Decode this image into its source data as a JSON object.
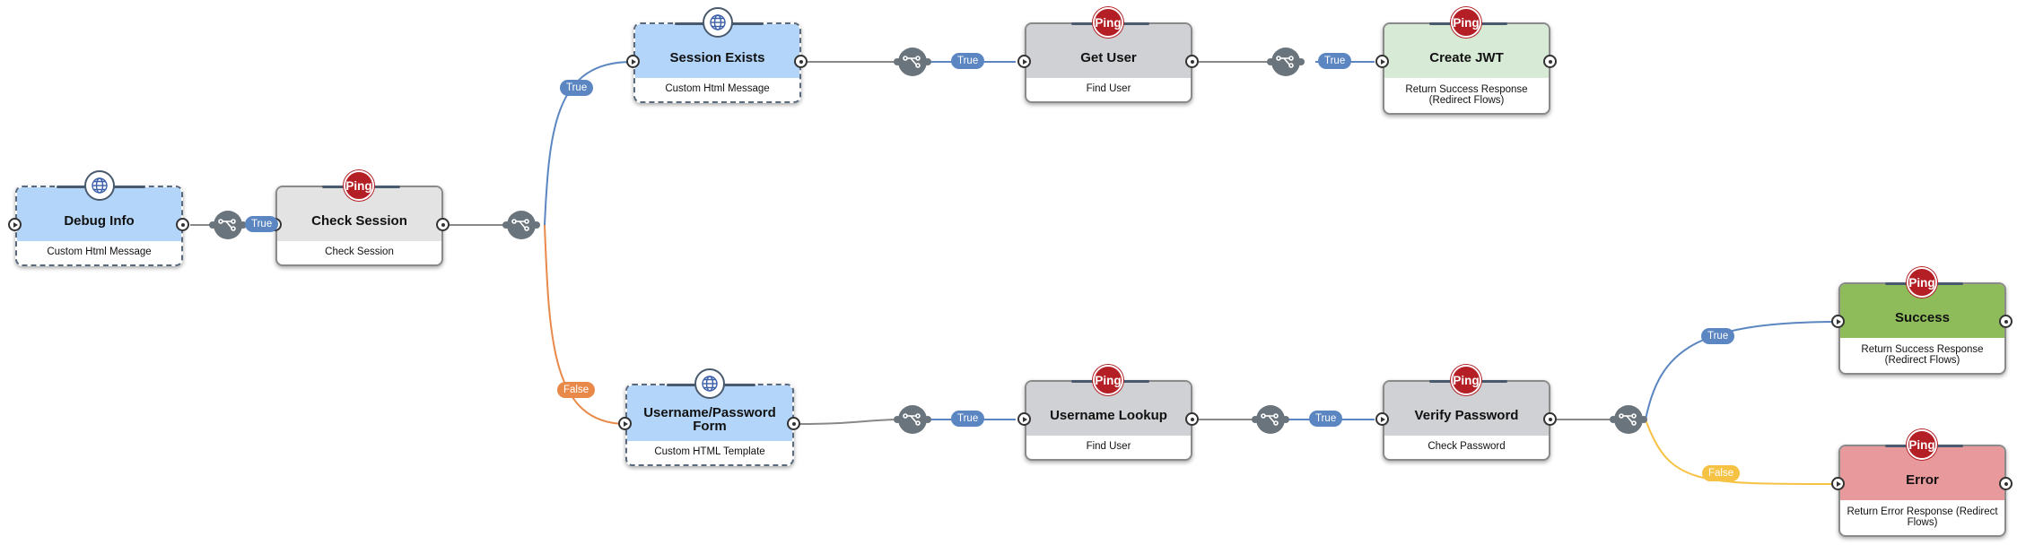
{
  "colors": {
    "blue_node": "#b3d5f9",
    "gray_node": "#cfd1d4",
    "light_gray_node": "#e3e3e3",
    "green_node": "#d6ead5",
    "success_node": "#8ebc5b",
    "error_node": "#e8999c",
    "true_pill": "#5b86c1",
    "false_pill_orange": "#e8894a",
    "false_pill_yellow": "#f6c244",
    "ping_red": "#b31f24",
    "connector_gray": "#888888"
  },
  "nodes": [
    {
      "id": "debug-info",
      "title": "Debug Info",
      "subtitle": "Custom Html Message",
      "badge": "globe-icon"
    },
    {
      "id": "check-session",
      "title": "Check Session",
      "subtitle": "Check Session",
      "badge": "ping"
    },
    {
      "id": "session-exists",
      "title": "Session Exists",
      "subtitle": "Custom Html Message",
      "badge": "globe-icon"
    },
    {
      "id": "get-user",
      "title": "Get User",
      "subtitle": "Find User",
      "badge": "ping"
    },
    {
      "id": "create-jwt",
      "title": "Create JWT",
      "subtitle": "Return Success Response (Redirect Flows)",
      "badge": "ping"
    },
    {
      "id": "username-password-form",
      "title": "Username/Password Form",
      "subtitle": "Custom HTML Template",
      "badge": "globe-icon"
    },
    {
      "id": "username-lookup",
      "title": "Username Lookup",
      "subtitle": "Find User",
      "badge": "ping"
    },
    {
      "id": "verify-password",
      "title": "Verify Password",
      "subtitle": "Check Password",
      "badge": "ping"
    },
    {
      "id": "success",
      "title": "Success",
      "subtitle": "Return Success Response (Redirect Flows)",
      "badge": "ping"
    },
    {
      "id": "error",
      "title": "Error",
      "subtitle": "Return Error Response (Redirect Flows)",
      "badge": "ping"
    }
  ],
  "ping_label": "Ping",
  "edges": [
    {
      "from": "debug-info",
      "to": "check-session",
      "label": "True"
    },
    {
      "from": "check-session",
      "to": "session-exists",
      "label": "True"
    },
    {
      "from": "check-session",
      "to": "username-password-form",
      "label": "False"
    },
    {
      "from": "session-exists",
      "to": "get-user",
      "label": "True"
    },
    {
      "from": "get-user",
      "to": "create-jwt",
      "label": "True"
    },
    {
      "from": "username-password-form",
      "to": "username-lookup",
      "label": "True"
    },
    {
      "from": "username-lookup",
      "to": "verify-password",
      "label": "True"
    },
    {
      "from": "verify-password",
      "to": "success",
      "label": "True"
    },
    {
      "from": "verify-password",
      "to": "error",
      "label": "False"
    }
  ]
}
